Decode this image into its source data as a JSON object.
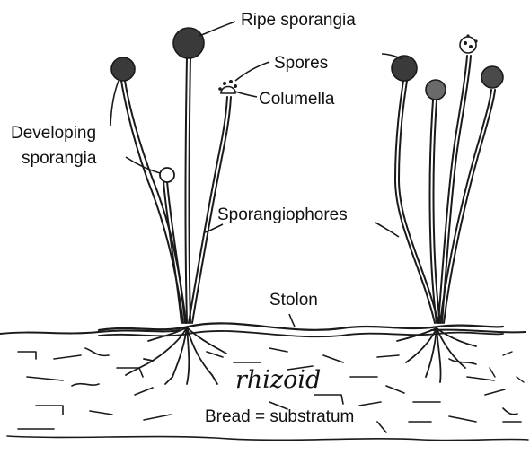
{
  "labels": {
    "ripe_sporangia": "Ripe sporangia",
    "spores": "Spores",
    "columella": "Columella",
    "developing_line1": "Developing",
    "developing_line2": "sporangia",
    "sporangiophores": "Sporangiophores",
    "stolon": "Stolon",
    "rhizoid": "rhizoid",
    "substratum": "Bread = substratum"
  },
  "colors": {
    "ink": "#1a1a1a",
    "sporangium_fill": "#3a3a3a",
    "background": "#ffffff"
  }
}
